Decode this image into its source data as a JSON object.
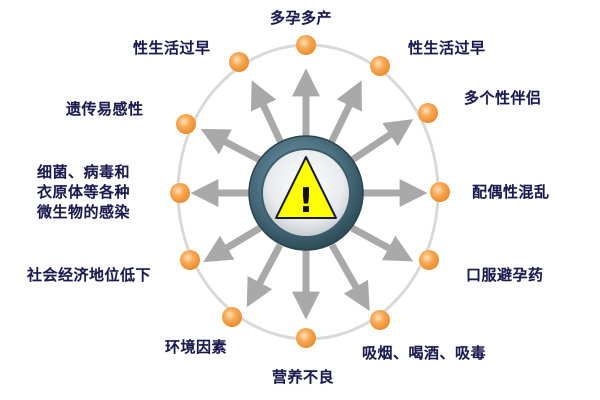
{
  "diagram": {
    "title": "",
    "center": {
      "icon": "warning-triangle-icon",
      "symbol": "!",
      "triangle_color": "#ffff00",
      "ring_color": "#4d6f7f"
    },
    "colors": {
      "dot": "#f5a04a",
      "ring_outline": "#d8d8d8",
      "arrow": "#a9a9a9",
      "text": "#1a1a4e"
    },
    "factors": [
      {
        "label": "多孕多产"
      },
      {
        "label": "性生活过早"
      },
      {
        "label": "性生活过早"
      },
      {
        "label": "多个性伴侣"
      },
      {
        "label": "遗传易感性"
      },
      {
        "lines": [
          "细菌、病毒和",
          "衣原体等各种",
          "微生物的感染"
        ]
      },
      {
        "label": "配偶性混乱"
      },
      {
        "label": "社会经济地位低下"
      },
      {
        "label": "口服避孕药"
      },
      {
        "label": "环境因素"
      },
      {
        "label": "吸烟、喝酒、吸毒"
      },
      {
        "label": "营养不良"
      }
    ]
  }
}
